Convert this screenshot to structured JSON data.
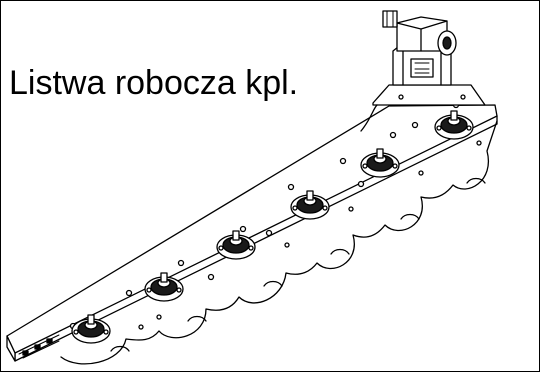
{
  "title": "Listwa robocza kpl.",
  "colors": {
    "line": "#000000",
    "fill": "#ffffff",
    "dark": "#1a1a1a"
  },
  "drawing": {
    "subject": "mower cutter bar assembly",
    "disc_count": 6,
    "gearbox_icon": "gearbox-icon"
  }
}
